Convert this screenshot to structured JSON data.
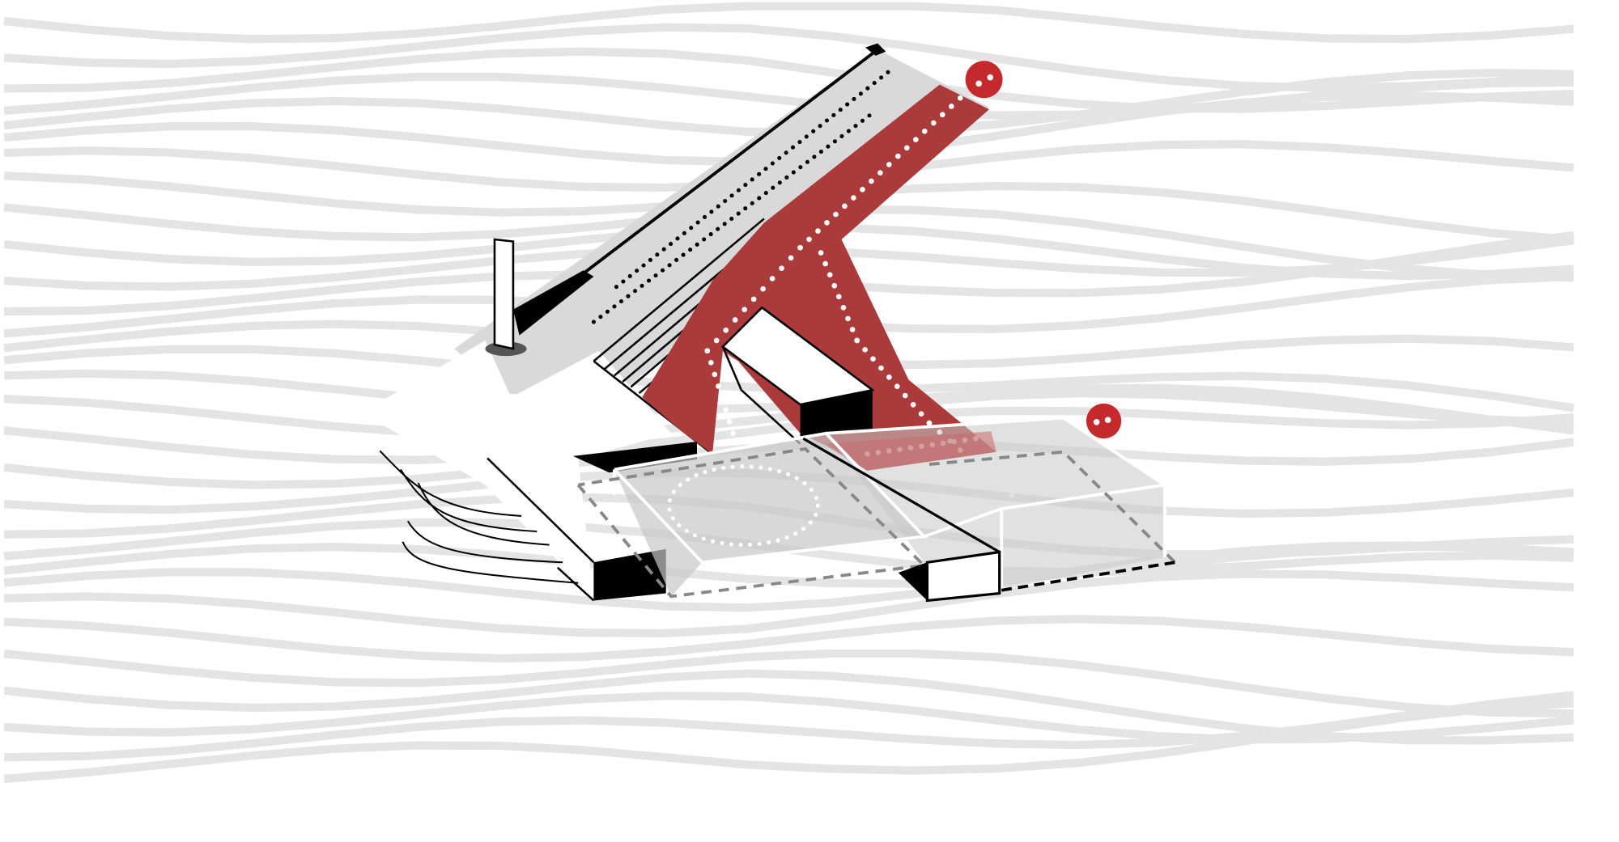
{
  "diagram": {
    "type": "axonometric site diagram",
    "colors": {
      "background": "#ffffff",
      "contour": "#e4e4e4",
      "path_red": "#ab3a3b",
      "marker_red": "#c42a2c",
      "ink": "#000000",
      "glass": "#cfcfcf"
    },
    "markers": [
      {
        "id": "marker-north"
      },
      {
        "id": "marker-east"
      }
    ]
  }
}
